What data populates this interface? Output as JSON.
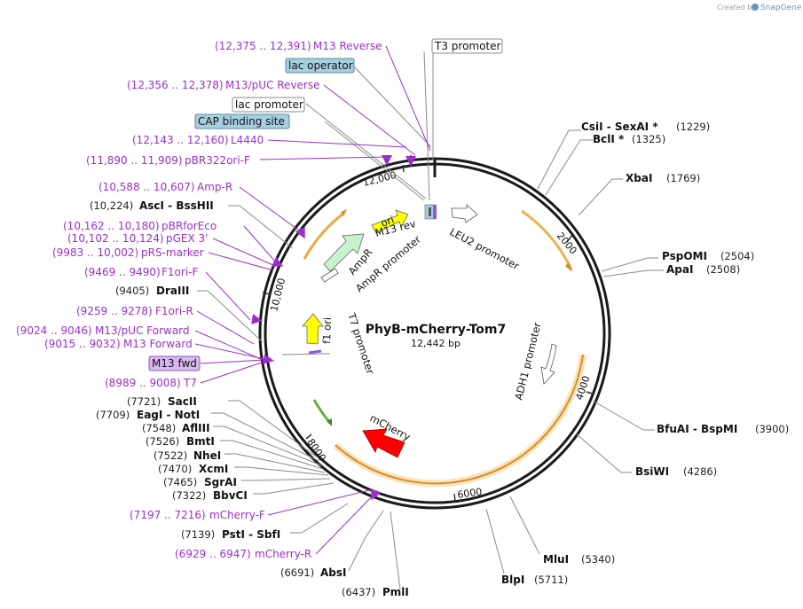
{
  "credit": {
    "prefix": "Created by",
    "brand": "SnapGene"
  },
  "plasmid": {
    "name": "PhyB-mCherry-Tom7",
    "length": "12,442 bp"
  },
  "ticks": [
    "2000",
    "4000",
    "6000",
    "8000",
    "10,000",
    "12,000"
  ],
  "enzymes": [
    {
      "name": "CsiI  -  SexAI *",
      "pos": "(1229)"
    },
    {
      "name": "BclI *",
      "pos": "(1325)"
    },
    {
      "name": "XbaI",
      "pos": "(1769)"
    },
    {
      "name": "PspOMI",
      "pos": "(2504)"
    },
    {
      "name": "ApaI",
      "pos": "(2508)"
    },
    {
      "name": "BfuAI  -  BspMI",
      "pos": "(3900)"
    },
    {
      "name": "BsiWI",
      "pos": "(4286)"
    },
    {
      "name": "MluI",
      "pos": "(5340)"
    },
    {
      "name": "BlpI",
      "pos": "(5711)"
    },
    {
      "name": "PmlI",
      "pos": "(6437)"
    },
    {
      "name": "AbsI",
      "pos": "(6691)"
    },
    {
      "name": "PstI  -  SbfI",
      "pos": "(7139)"
    },
    {
      "name": "BbvCI",
      "pos": "(7322)"
    },
    {
      "name": "SgrAI",
      "pos": "(7465)"
    },
    {
      "name": "XcmI",
      "pos": "(7470)"
    },
    {
      "name": "NheI",
      "pos": "(7522)"
    },
    {
      "name": "BmtI",
      "pos": "(7526)"
    },
    {
      "name": "AflIII",
      "pos": "(7548)"
    },
    {
      "name": "EagI  -  NotI",
      "pos": "(7709)"
    },
    {
      "name": "SacII",
      "pos": "(7721)"
    },
    {
      "name": "DraIII",
      "pos": "(9405)"
    },
    {
      "name": "AscI  -  BssHII",
      "pos": "(10,224)"
    }
  ],
  "primers": [
    {
      "range": "(12,375 .. 12,391)",
      "name": "M13 Reverse"
    },
    {
      "range": "(12,356 .. 12,378)",
      "name": "M13/pUC Reverse"
    },
    {
      "range": "(12,143 .. 12,160)",
      "name": "L4440"
    },
    {
      "range": "(11,890 .. 11,909)",
      "name": "pBR322ori-F"
    },
    {
      "range": "(10,588 .. 10,607)",
      "name": "Amp-R"
    },
    {
      "range": "(10,162 .. 10,180)",
      "name": "pBRforEco"
    },
    {
      "range": "(10,102 .. 10,124)",
      "name": "pGEX 3'"
    },
    {
      "range": "(9983 .. 10,002)",
      "name": "pRS-marker"
    },
    {
      "range": "(9469 .. 9490)",
      "name": "F1ori-F"
    },
    {
      "range": "(9259 .. 9278)",
      "name": "F1ori-R"
    },
    {
      "range": "(9024 .. 9046)",
      "name": "M13/pUC Forward"
    },
    {
      "range": "(9015 .. 9032)",
      "name": "M13 Forward"
    },
    {
      "range": "(8989 .. 9008)",
      "name": "T7"
    },
    {
      "range": "(7197 .. 7216)",
      "name": "mCherry-F"
    },
    {
      "range": "(6929 .. 6947)",
      "name": "mCherry-R"
    }
  ],
  "boxed_features": [
    {
      "name": "T3 promoter",
      "color": "#ffffff"
    },
    {
      "name": "lac operator",
      "color": "#a7cfe0"
    },
    {
      "name": "lac promoter",
      "color": "#ffffff"
    },
    {
      "name": "CAP binding site",
      "color": "#a7cfe0"
    },
    {
      "name": "M13 fwd",
      "color": "#d9b7f0"
    }
  ],
  "features": [
    {
      "name": "ori",
      "color": "#ffff00"
    },
    {
      "name": "M13 rev",
      "color": "#ffffff"
    },
    {
      "name": "LEU2 promoter",
      "color": "#ffffff"
    },
    {
      "name": "AmpR",
      "color": "#c6f2cd"
    },
    {
      "name": "AmpR promoter",
      "color": "#ffffff"
    },
    {
      "name": "f1 ori",
      "color": "#ffff00"
    },
    {
      "name": "T7 promoter",
      "color": "#ffffff"
    },
    {
      "name": "ADH1 promoter",
      "color": "#ffffff"
    },
    {
      "name": "mCherry",
      "color": "#ff0000"
    }
  ],
  "colors": {
    "primer": "#9b30c8",
    "orf_arc": "#f0a640",
    "grey_line": "#8a8a8a"
  }
}
